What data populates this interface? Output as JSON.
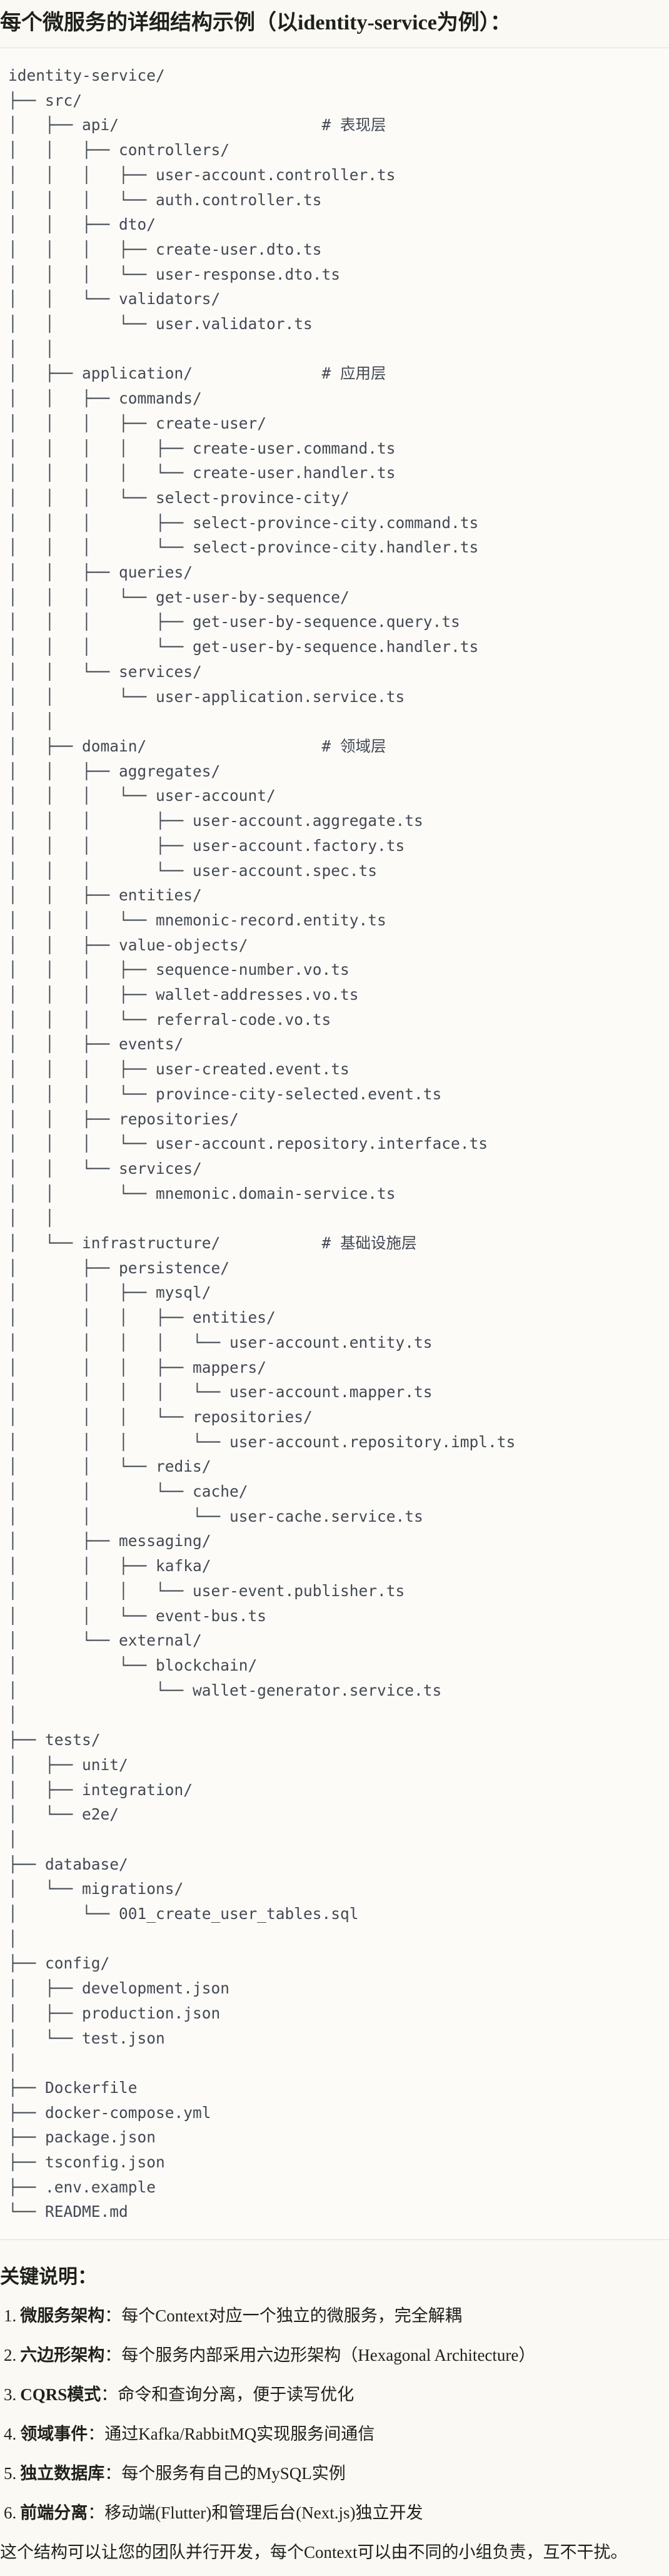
{
  "page": {
    "bg": "#faf9f3",
    "text_color": "#1f1f1c"
  },
  "title": "每个微服务的详细结构示例（以identity-service为例）：",
  "code_block": {
    "bg": "#fcfbf8",
    "border_color": "#e1dfd7",
    "text_color": "#434852",
    "comments": [
      "# 表现层",
      "# 应用层",
      "# 领域层",
      "# 基础设施层"
    ],
    "tree_lines": [
      "identity-service/",
      "├── src/",
      "│   ├── api/                      # 表现层",
      "│   │   ├── controllers/",
      "│   │   │   ├── user-account.controller.ts",
      "│   │   │   └── auth.controller.ts",
      "│   │   ├── dto/",
      "│   │   │   ├── create-user.dto.ts",
      "│   │   │   └── user-response.dto.ts",
      "│   │   └── validators/",
      "│   │       └── user.validator.ts",
      "│   │",
      "│   ├── application/              # 应用层",
      "│   │   ├── commands/",
      "│   │   │   ├── create-user/",
      "│   │   │   │   ├── create-user.command.ts",
      "│   │   │   │   └── create-user.handler.ts",
      "│   │   │   └── select-province-city/",
      "│   │   │       ├── select-province-city.command.ts",
      "│   │   │       └── select-province-city.handler.ts",
      "│   │   ├── queries/",
      "│   │   │   └── get-user-by-sequence/",
      "│   │   │       ├── get-user-by-sequence.query.ts",
      "│   │   │       └── get-user-by-sequence.handler.ts",
      "│   │   └── services/",
      "│   │       └── user-application.service.ts",
      "│   │",
      "│   ├── domain/                   # 领域层",
      "│   │   ├── aggregates/",
      "│   │   │   └── user-account/",
      "│   │   │       ├── user-account.aggregate.ts",
      "│   │   │       ├── user-account.factory.ts",
      "│   │   │       └── user-account.spec.ts",
      "│   │   ├── entities/",
      "│   │   │   └── mnemonic-record.entity.ts",
      "│   │   ├── value-objects/",
      "│   │   │   ├── sequence-number.vo.ts",
      "│   │   │   ├── wallet-addresses.vo.ts",
      "│   │   │   └── referral-code.vo.ts",
      "│   │   ├── events/",
      "│   │   │   ├── user-created.event.ts",
      "│   │   │   └── province-city-selected.event.ts",
      "│   │   ├── repositories/",
      "│   │   │   └── user-account.repository.interface.ts",
      "│   │   └── services/",
      "│   │       └── mnemonic.domain-service.ts",
      "│   │",
      "│   └── infrastructure/           # 基础设施层",
      "│       ├── persistence/",
      "│       │   ├── mysql/",
      "│       │   │   ├── entities/",
      "│       │   │   │   └── user-account.entity.ts",
      "│       │   │   ├── mappers/",
      "│       │   │   │   └── user-account.mapper.ts",
      "│       │   │   └── repositories/",
      "│       │   │       └── user-account.repository.impl.ts",
      "│       │   └── redis/",
      "│       │       └── cache/",
      "│       │           └── user-cache.service.ts",
      "│       ├── messaging/",
      "│       │   ├── kafka/",
      "│       │   │   └── user-event.publisher.ts",
      "│       │   └── event-bus.ts",
      "│       └── external/",
      "│           └── blockchain/",
      "│               └── wallet-generator.service.ts",
      "│",
      "├── tests/",
      "│   ├── unit/",
      "│   ├── integration/",
      "│   └── e2e/",
      "│",
      "├── database/",
      "│   └── migrations/",
      "│       └── 001_create_user_tables.sql",
      "│",
      "├── config/",
      "│   ├── development.json",
      "│   ├── production.json",
      "│   └── test.json",
      "│",
      "├── Dockerfile",
      "├── docker-compose.yml",
      "├── package.json",
      "├── tsconfig.json",
      "├── .env.example",
      "└── README.md"
    ]
  },
  "notes": {
    "heading": "关键说明：",
    "items": [
      {
        "num": "1.",
        "term": "微服务架构",
        "desc": "：每个Context对应一个独立的微服务，完全解耦"
      },
      {
        "num": "2.",
        "term": "六边形架构",
        "desc": "：每个服务内部采用六边形架构（Hexagonal Architecture）"
      },
      {
        "num": "3.",
        "term": "CQRS模式",
        "desc": "：命令和查询分离，便于读写优化"
      },
      {
        "num": "4.",
        "term": "领域事件",
        "desc": "：通过Kafka/RabbitMQ实现服务间通信"
      },
      {
        "num": "5.",
        "term": "独立数据库",
        "desc": "：每个服务有自己的MySQL实例"
      },
      {
        "num": "6.",
        "term": "前端分离",
        "desc": "：移动端(Flutter)和管理后台(Next.js)独立开发"
      }
    ],
    "footer": "这个结构可以让您的团队并行开发，每个Context可以由不同的小组负责，互不干扰。"
  }
}
